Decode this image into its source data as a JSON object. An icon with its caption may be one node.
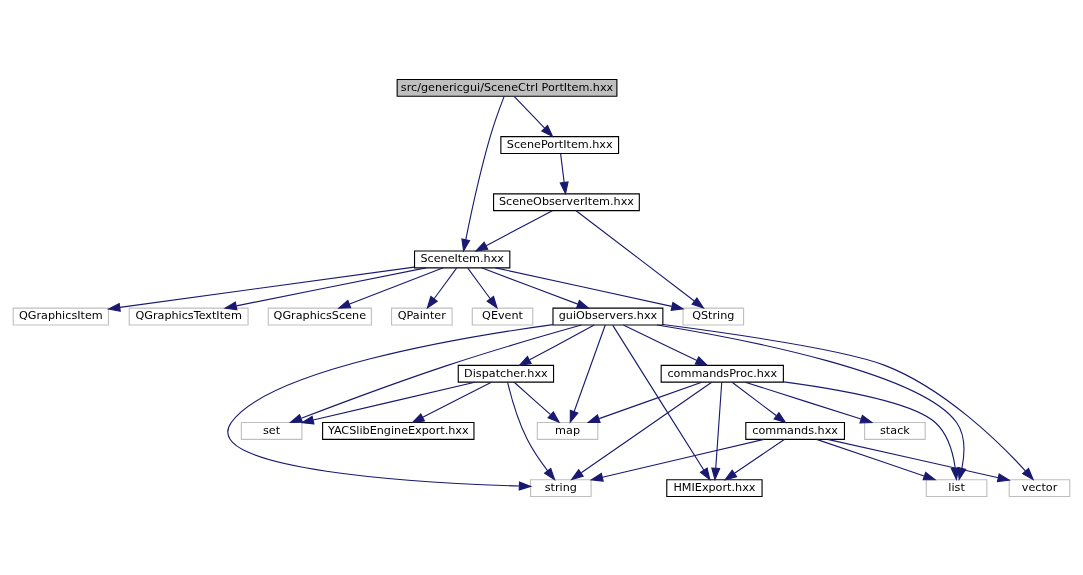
{
  "diagram": {
    "nodes": [
      {
        "text": [
          "src/genericgui/SceneCtrl PortItem.hxx"
        ]
      },
      {
        "text": [
          "ScenePortItem.hxx"
        ]
      },
      {
        "text": [
          "SceneObserverItem.hxx"
        ]
      },
      {
        "text": [
          "SceneItem.hxx"
        ]
      },
      {
        "text": [
          "QPainter"
        ]
      },
      {
        "text": [
          "QEvent"
        ]
      },
      {
        "text": [
          "guiObservers.hxx"
        ]
      },
      {
        "text": [
          "QGraphicsItem"
        ]
      },
      {
        "text": [
          "QGraphicsTextItem"
        ]
      },
      {
        "text": [
          "QGraphicsScene"
        ]
      },
      {
        "text": [
          "QString"
        ]
      },
      {
        "text": [
          "Dispatcher.hxx"
        ]
      },
      {
        "text": [
          "commandsProc.hxx"
        ]
      },
      {
        "text": [
          "set"
        ]
      },
      {
        "text": [
          "YACSlibEngineExport.hxx"
        ]
      },
      {
        "text": [
          "map"
        ]
      },
      {
        "text": [
          "stack"
        ]
      },
      {
        "text": [
          "commands.hxx"
        ]
      },
      {
        "text": [
          "string"
        ]
      },
      {
        "text": [
          "HMIExport.hxx"
        ]
      },
      {
        "text": [
          "list"
        ]
      },
      {
        "text": [
          "vector"
        ]
      }
    ],
    "edges": [
      {
        "from": 0,
        "to": 3,
        "arrow": "to"
      },
      {
        "from": 0,
        "to": 1,
        "arrow": "to"
      },
      {
        "from": 1,
        "to": 2,
        "arrow": "to"
      },
      {
        "from": 2,
        "to": 3,
        "arrow": "to"
      },
      {
        "from": 2,
        "to": 10,
        "arrow": "to"
      },
      {
        "from": 3,
        "to": 4,
        "arrow": "to"
      },
      {
        "from": 3,
        "to": 5,
        "arrow": "to"
      },
      {
        "from": 3,
        "to": 6,
        "arrow": "to"
      },
      {
        "from": 3,
        "to": 7,
        "arrow": "to"
      },
      {
        "from": 3,
        "to": 8,
        "arrow": "to"
      },
      {
        "from": 3,
        "to": 9,
        "arrow": "to"
      },
      {
        "from": 3,
        "to": 10,
        "arrow": "to"
      },
      {
        "from": 6,
        "to": 11,
        "arrow": "to"
      },
      {
        "from": 6,
        "to": 12,
        "arrow": "to"
      },
      {
        "from": 6,
        "to": 13,
        "arrow": "to"
      },
      {
        "from": 6,
        "to": 15,
        "arrow": "to"
      },
      {
        "from": 6,
        "to": 18,
        "arrow": "to"
      },
      {
        "from": 6,
        "to": 19,
        "arrow": "to"
      },
      {
        "from": 6,
        "to": 20,
        "arrow": "to"
      },
      {
        "from": 6,
        "to": 21,
        "arrow": "to"
      },
      {
        "from": 11,
        "to": 13,
        "arrow": "to"
      },
      {
        "from": 11,
        "to": 14,
        "arrow": "to"
      },
      {
        "from": 11,
        "to": 15,
        "arrow": "to"
      },
      {
        "from": 11,
        "to": 18,
        "arrow": "to"
      },
      {
        "from": 12,
        "to": 15,
        "arrow": "to"
      },
      {
        "from": 12,
        "to": 16,
        "arrow": "to"
      },
      {
        "from": 12,
        "to": 17,
        "arrow": "to"
      },
      {
        "from": 12,
        "to": 18,
        "arrow": "to"
      },
      {
        "from": 12,
        "to": 19,
        "arrow": "to"
      },
      {
        "from": 12,
        "to": 20,
        "arrow": "to"
      },
      {
        "from": 17,
        "to": 18,
        "arrow": "to"
      },
      {
        "from": 17,
        "to": 19,
        "arrow": "to"
      },
      {
        "from": 17,
        "to": 20,
        "arrow": "to"
      },
      {
        "from": 17,
        "to": 21,
        "arrow": "to"
      }
    ]
  }
}
